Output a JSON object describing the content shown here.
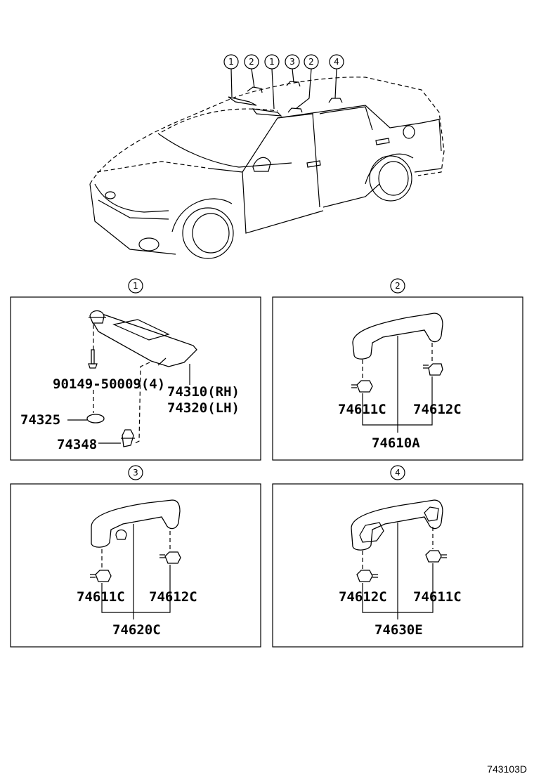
{
  "overview": {
    "callouts": [
      "1",
      "2",
      "1",
      "3",
      "2",
      "4"
    ]
  },
  "panels": [
    {
      "callout": "1",
      "labels": {
        "screw": "90149-50009(4)",
        "visor_rh": "74310(RH)",
        "visor_lh": "74320(LH)",
        "holder": "74325",
        "clip": "74348"
      }
    },
    {
      "callout": "2",
      "labels": {
        "left_cap": "74611C",
        "right_cap": "74612C",
        "assembly": "74610A"
      }
    },
    {
      "callout": "3",
      "labels": {
        "left_cap": "74611C",
        "right_cap": "74612C",
        "assembly": "74620C"
      }
    },
    {
      "callout": "4",
      "labels": {
        "left_cap": "74612C",
        "right_cap": "74611C",
        "assembly": "74630E"
      }
    }
  ],
  "footer": {
    "diagram_id": "743103D"
  }
}
